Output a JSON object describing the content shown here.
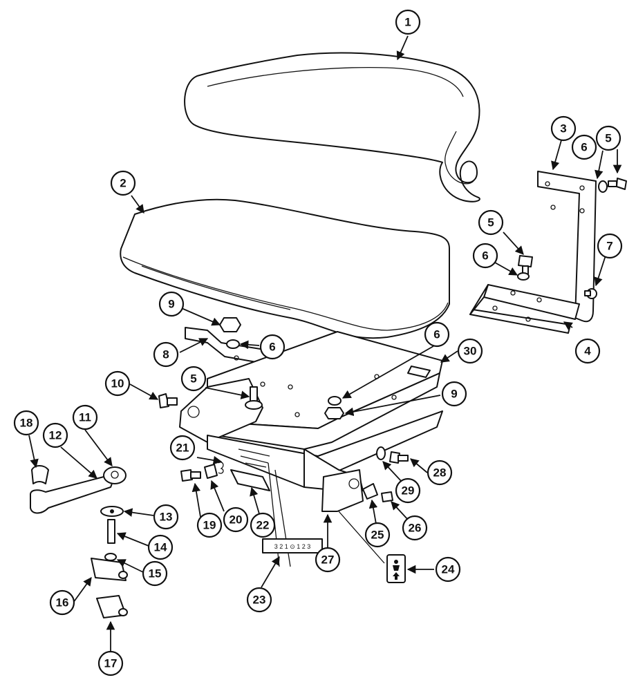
{
  "callouts": {
    "c1": "1",
    "c2": "2",
    "c3": "3",
    "c4": "4",
    "c5a": "5",
    "c5b": "5",
    "c5c": "5",
    "c6a": "6",
    "c6b": "6",
    "c6c": "6",
    "c6d": "6",
    "c7": "7",
    "c8": "8",
    "c9a": "9",
    "c9b": "9",
    "c10": "10",
    "c11": "11",
    "c12": "12",
    "c13": "13",
    "c14": "14",
    "c15": "15",
    "c16": "16",
    "c17": "17",
    "c18": "18",
    "c19": "19",
    "c20": "20",
    "c21": "21",
    "c22": "22",
    "c23": "23",
    "c24": "24",
    "c25": "25",
    "c26": "26",
    "c27": "27",
    "c28": "28",
    "c29": "29",
    "c30": "30"
  },
  "decal": {
    "scale_text": "3 2 1 ⊙ 1 2 3"
  }
}
